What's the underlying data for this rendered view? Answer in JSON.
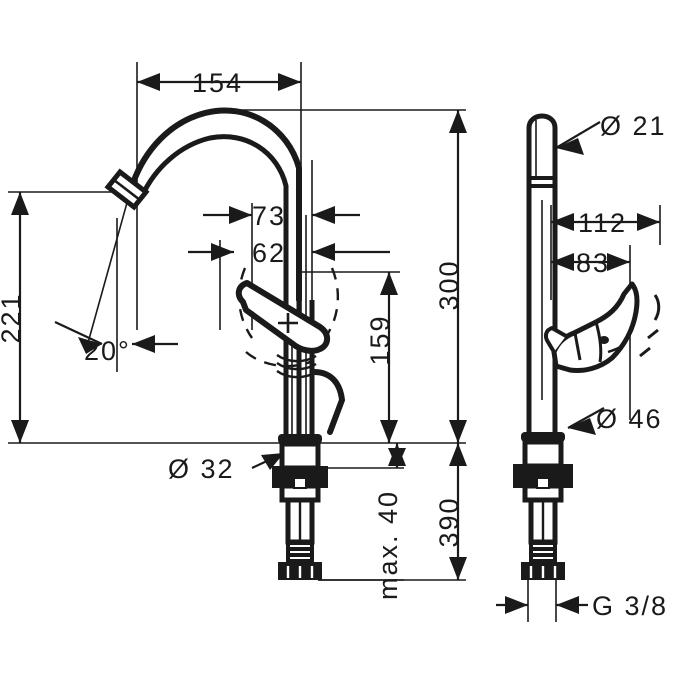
{
  "drawing": {
    "type": "technical-dimension-drawing",
    "subject": "single-lever basin mixer faucet",
    "views": [
      "front-elevation",
      "side-elevation"
    ],
    "background_color": "#ffffff",
    "line_color": "#1a1a1a",
    "units": "mm"
  },
  "dimensions": {
    "spout_reach": "154",
    "spout_height": "221",
    "spout_angle": "20°",
    "body_offset_upper": "73",
    "body_offset_lower": "62",
    "handle_height": "159",
    "total_height_above_deck": "300",
    "below_deck_length": "390",
    "max_deck_thickness": "max. 40",
    "spout_tube_diameter": "Ø 21",
    "base_diameter": "Ø 32",
    "handle_depth": "112",
    "handle_offset": "83",
    "side_body_diameter": "Ø 46",
    "thread_size": "G 3/8"
  },
  "labels": [
    {
      "id": "d154",
      "text": "154",
      "orientation": "horizontal"
    },
    {
      "id": "d221",
      "text": "221",
      "orientation": "vertical"
    },
    {
      "id": "d20deg",
      "text": "20°",
      "orientation": "horizontal"
    },
    {
      "id": "d73",
      "text": "73",
      "orientation": "horizontal"
    },
    {
      "id": "d62",
      "text": "62",
      "orientation": "horizontal"
    },
    {
      "id": "d159",
      "text": "159",
      "orientation": "vertical"
    },
    {
      "id": "d300",
      "text": "300",
      "orientation": "vertical"
    },
    {
      "id": "d390",
      "text": "390",
      "orientation": "vertical"
    },
    {
      "id": "dmax40",
      "text": "max. 40",
      "orientation": "vertical"
    },
    {
      "id": "d21",
      "text": "Ø 21",
      "orientation": "horizontal"
    },
    {
      "id": "d32",
      "text": "Ø 32",
      "orientation": "horizontal"
    },
    {
      "id": "d112",
      "text": "112",
      "orientation": "horizontal"
    },
    {
      "id": "d83",
      "text": "83",
      "orientation": "horizontal"
    },
    {
      "id": "d46",
      "text": "Ø 46",
      "orientation": "horizontal"
    },
    {
      "id": "g38",
      "text": "G 3/8",
      "orientation": "horizontal"
    }
  ]
}
